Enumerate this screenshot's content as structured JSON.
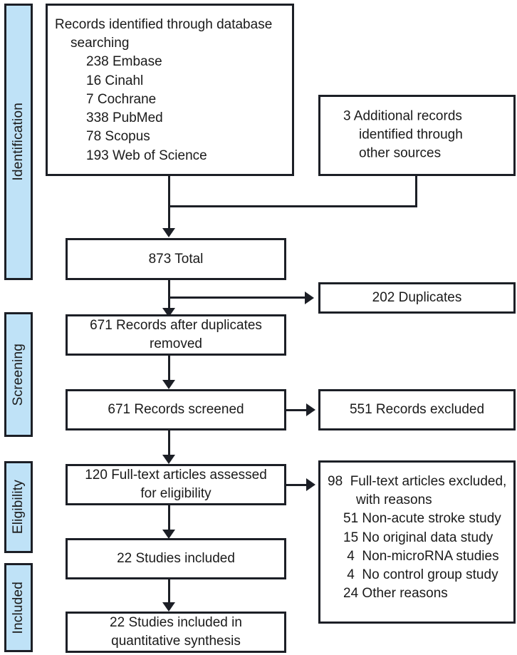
{
  "diagram": {
    "type": "prisma-flow-diagram",
    "accent_color": "#bfe2f7",
    "line_color": "#1c1f26",
    "background": "#ffffff"
  },
  "stages": [
    {
      "id": "identification",
      "label": "Identification"
    },
    {
      "id": "screening",
      "label": "Screening"
    },
    {
      "id": "eligibility",
      "label": "Eligibility"
    },
    {
      "id": "included",
      "label": "Included"
    }
  ],
  "boxes": {
    "database_search": {
      "title_line1": "Records identified through database",
      "title_line2": "searching",
      "sources": [
        {
          "count": "238",
          "name": "Embase"
        },
        {
          "count": "16",
          "name": "Cinahl"
        },
        {
          "count": "7",
          "name": "Cochrane"
        },
        {
          "count": "338",
          "name": "PubMed"
        },
        {
          "count": "78",
          "name": "Scopus"
        },
        {
          "count": "193",
          "name": "Web of Science"
        }
      ]
    },
    "other_sources": {
      "line1": "3 Additional records",
      "line2": "identified through",
      "line3": "other sources"
    },
    "total": {
      "text": "873 Total"
    },
    "duplicates": {
      "text": "202 Duplicates"
    },
    "after_duplicates": {
      "line1": "671 Records after duplicates",
      "line2": "removed"
    },
    "screened": {
      "text": "671 Records screened"
    },
    "records_excluded": {
      "text": "551 Records excluded"
    },
    "fulltext_assessed": {
      "line1": "120 Full-text articles assessed",
      "line2": "for eligibility"
    },
    "fulltext_excluded": {
      "count": "98",
      "line1": "Full-text articles excluded,",
      "line2": "with reasons",
      "reasons": [
        {
          "count": "51",
          "text": "Non-acute stroke study"
        },
        {
          "count": "15",
          "text": "No original data study"
        },
        {
          "count": "4",
          "text": "Non-microRNA studies"
        },
        {
          "count": "4",
          "text": "No control group study"
        },
        {
          "count": "24",
          "text": "Other reasons"
        }
      ]
    },
    "studies_included": {
      "text": "22 Studies included"
    },
    "quantitative_synthesis": {
      "line1": "22 Studies included in",
      "line2": "quantitative synthesis"
    }
  }
}
